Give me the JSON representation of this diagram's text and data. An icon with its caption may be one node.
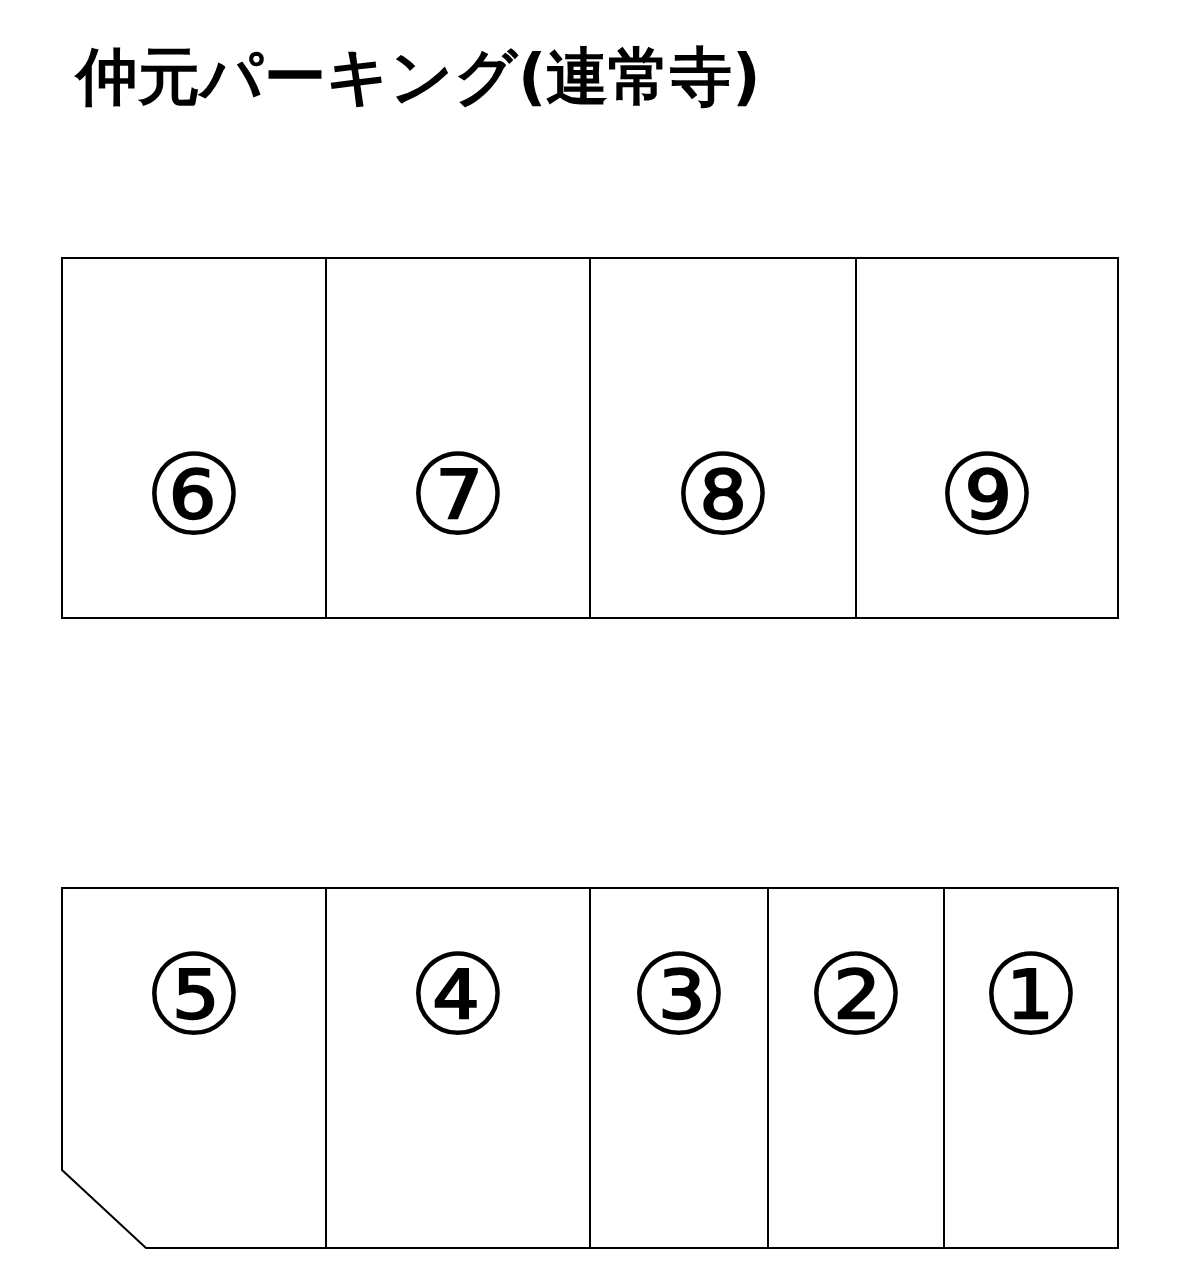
{
  "diagram": {
    "title": "仲元パーキング(連常寺)",
    "nodes": [
      {
        "text": [
          "⑥"
        ]
      },
      {
        "text": [
          "⑦"
        ]
      },
      {
        "text": [
          "⑧"
        ]
      },
      {
        "text": [
          "⑨"
        ]
      },
      {
        "text": [
          "⑤"
        ]
      },
      {
        "text": [
          "④"
        ]
      },
      {
        "text": [
          "③"
        ]
      },
      {
        "text": [
          "②"
        ]
      },
      {
        "text": [
          "①"
        ]
      }
    ],
    "edges": []
  }
}
